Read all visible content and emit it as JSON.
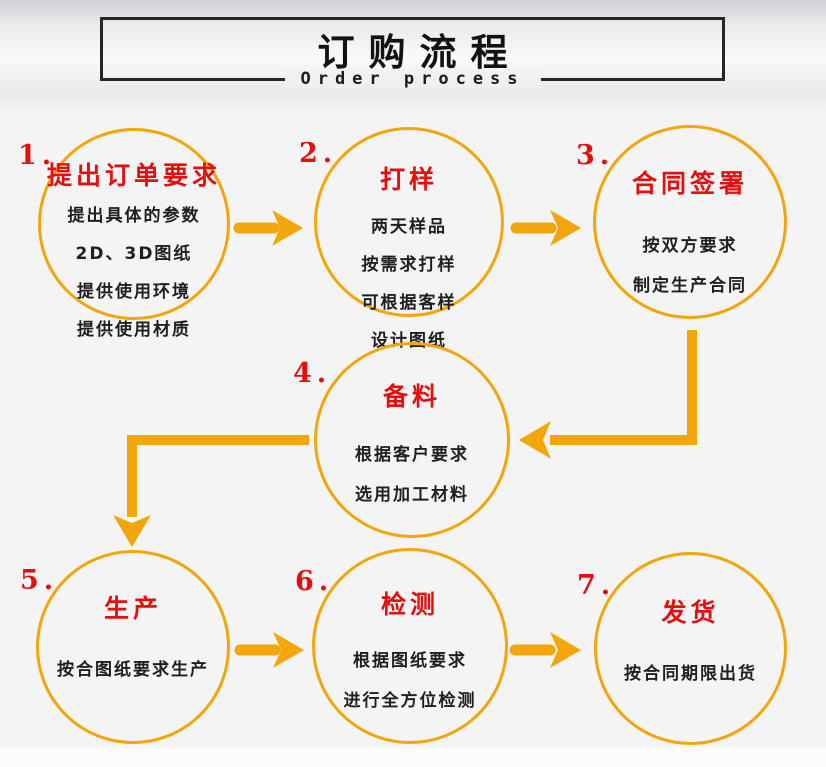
{
  "header": {
    "title": "订购流程",
    "subtitle": "Order process"
  },
  "steps": [
    {
      "number": "1.",
      "title": "提出订单要求",
      "lines": [
        "提出具体的参数",
        "2D、3D图纸",
        "提供使用环境",
        "提供使用材质"
      ]
    },
    {
      "number": "2.",
      "title": "打样",
      "lines": [
        "两天样品",
        "按需求打样",
        "可根据客样",
        "设计图纸"
      ]
    },
    {
      "number": "3.",
      "title": "合同签署",
      "lines": [
        "按双方要求",
        "制定生产合同"
      ]
    },
    {
      "number": "4.",
      "title": "备料",
      "lines": [
        "根据客户要求",
        "选用加工材料"
      ]
    },
    {
      "number": "5.",
      "title": "生产",
      "lines": [
        "按合图纸要求生产"
      ]
    },
    {
      "number": "6.",
      "title": "检测",
      "lines": [
        "根据图纸要求",
        "进行全方位检测"
      ]
    },
    {
      "number": "7.",
      "title": "发货",
      "lines": [
        "按合同期限出货"
      ]
    }
  ],
  "colors": {
    "accent": "#F2A60A",
    "red": "#E60F0F",
    "black": "#26262A"
  }
}
